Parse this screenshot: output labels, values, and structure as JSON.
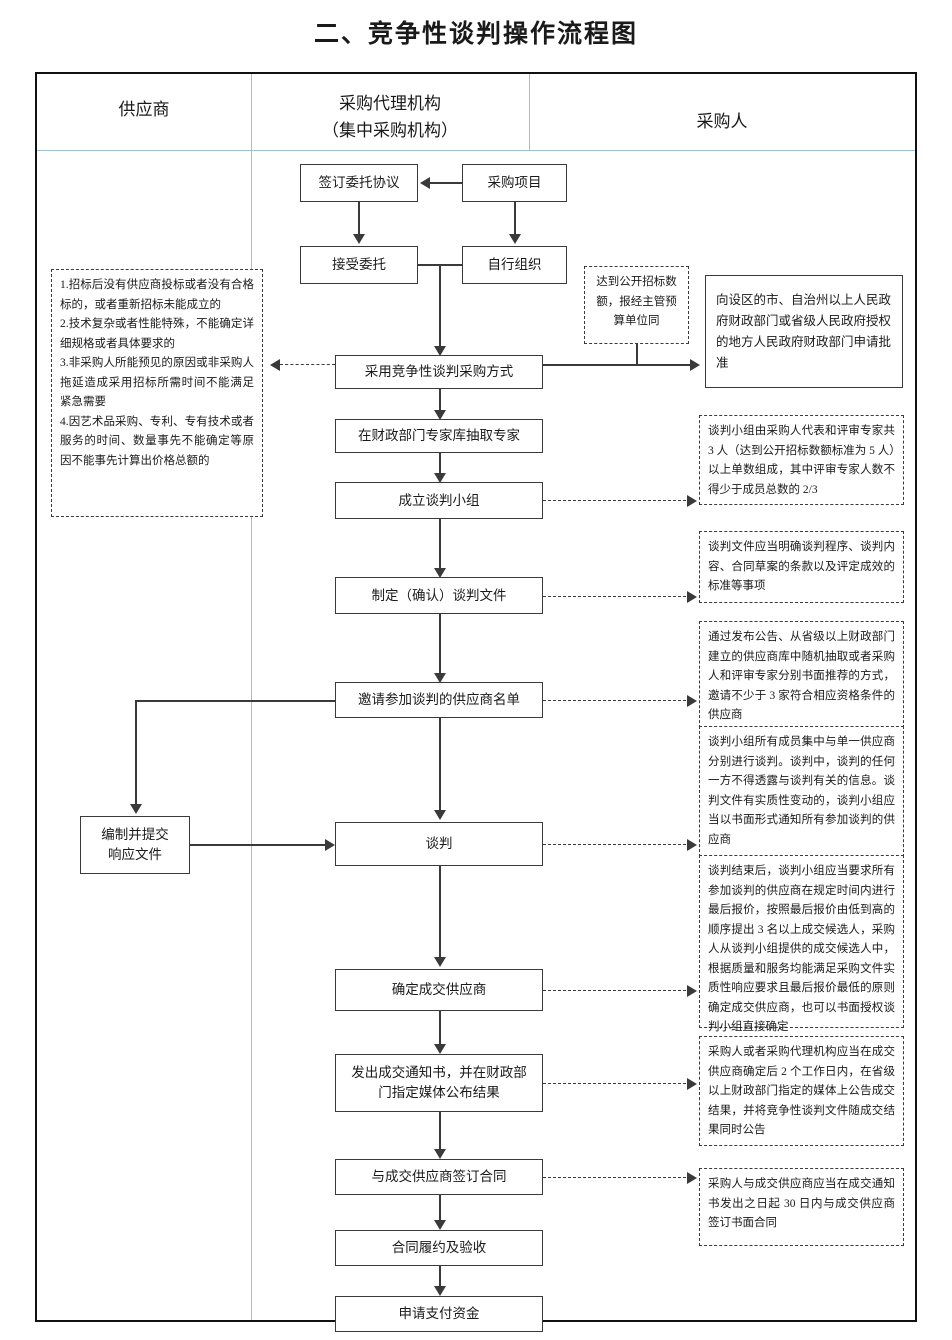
{
  "title": "二、竞争性谈判操作流程图",
  "lanes": [
    {
      "id": "supplier",
      "label": "供应商"
    },
    {
      "id": "agency",
      "label": "采购代理机构",
      "label2": "（集中采购机构）"
    },
    {
      "id": "purchaser",
      "label": "采购人"
    }
  ],
  "nodes": {
    "entrust_agreement": "签订委托协议",
    "procurement_project": "采购项目",
    "accept_entrust": "接受委托",
    "self_organize": "自行组织",
    "apply_approval": "向设区的市、自治州以上人民政府财政部门或省级人民政府授权的地方人民政府财政部门申请批准",
    "adopt_negotiation": "采用竞争性谈判采购方式",
    "draw_experts": "在财政部门专家库抽取专家",
    "form_group": "成立谈判小组",
    "make_documents": "制定（确认）谈判文件",
    "invite_list": "邀请参加谈判的供应商名单",
    "prepare_response_l1": "编制并提交",
    "prepare_response_l2": "响应文件",
    "negotiation": "谈判",
    "determine_supplier": "确定成交供应商",
    "issue_notice_l1": "发出成交通知书，并在财政部",
    "issue_notice_l2": "门指定媒体公布结果",
    "sign_contract": "与成交供应商签订合同",
    "contract_performance": "合同履约及验收",
    "apply_payment": "申请支付资金"
  },
  "notes": {
    "conditions": "1.招标后没有供应商投标或者没有合格标的，或者重新招标未能成立的\n2.技术复杂或者性能特殊，不能确定详细规格或者具体要求的\n3.非采购人所能预见的原因或非采购人拖延造成采用招标所需时间不能满足紧急需要\n4.因艺术品采购、专利、专有技术或者服务的时间、数量事先不能确定等原因不能事先计算出价格总额的",
    "public_bid_amount": "达到公开招标数额，报经主管预算单位同",
    "group_composition": "谈判小组由采购人代表和评审专家共 3 人（达到公开招标数额标准为 5 人）以上单数组成，其中评审专家人数不得少于成员总数的 2/3",
    "documents_content": "谈判文件应当明确谈判程序、谈判内容、合同草案的条款以及评定成效的标准等事项",
    "invite_method": "通过发布公告、从省级以上财政部门建立的供应商库中随机抽取或者采购人和评审专家分别书面推荐的方式，邀请不少于 3 家符合相应资格条件的供应商",
    "negotiation_rule": "谈判小组所有成员集中与单一供应商分别进行谈判。谈判中，谈判的任何一方不得透露与谈判有关的信息。谈判文件有实质性变动的，谈判小组应当以书面形式通知所有参加谈判的供应商",
    "final_quote_rule": "谈判结束后，谈判小组应当要求所有参加谈判的供应商在规定时间内进行最后报价，按照最后报价由低到高的顺序提出 3 名以上成交候选人，采购人从谈判小组提供的成交候选人中，根据质量和服务均能满足采购文件实质性响应要求且最后报价最低的原则确定成交供应商，也可以书面授权谈判小组直接确定",
    "announce_rule": "采购人或者采购代理机构应当在成交供应商确定后 2 个工作日内，在省级以上财政部门指定的媒体上公告成交结果，并将竞争性谈判文件随成交结果同时公告",
    "contract_rule": "采购人与成交供应商应当在成交通知书发出之日起 30 日内与成交供应商签订书面合同"
  },
  "colors": {
    "lane_divider": "#9fc0d4",
    "frame_border": "#111111",
    "node_border": "#3a3a3a",
    "connector": "#3a3a3a"
  }
}
